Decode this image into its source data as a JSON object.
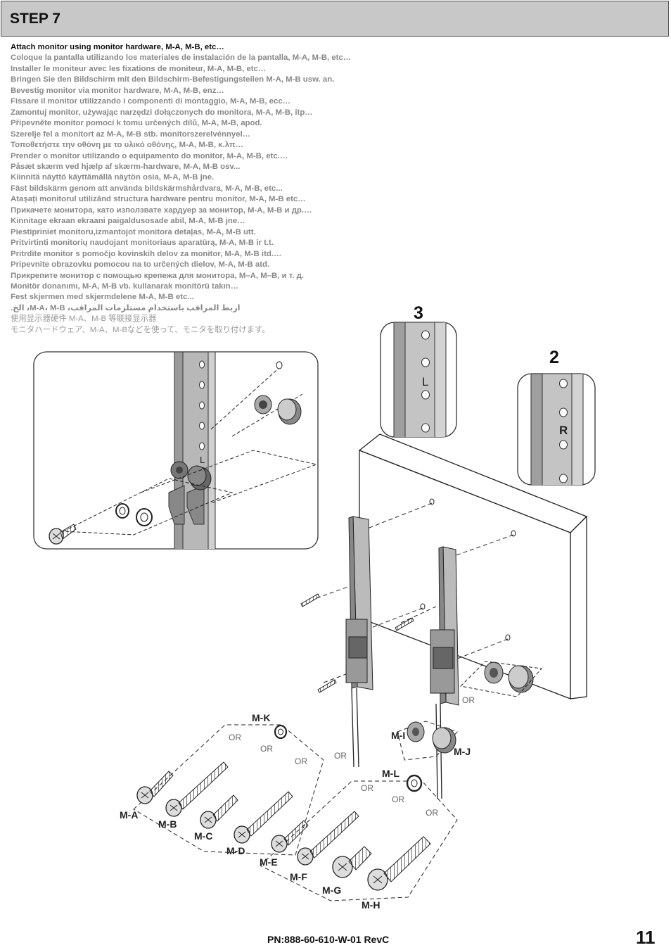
{
  "header": {
    "title": "STEP 7"
  },
  "instructions": [
    "Attach monitor using monitor hardware, M-A, M-B, etc…",
    "Coloque la pantalla utilizando los materiales de instalación de la pantalla, M-A, M-B, etc…",
    "Installer le moniteur avec les fixations de moniteur, M-A, M-B, etc…",
    "Bringen Sie den Bildschirm mit den Bildschirm-Befestigungsteilen M-A, M-B usw. an.",
    "Bevestig monitor via monitor hardware, M-A, M-B, enz…",
    "Fissare il monitor utilizzando i componenti di montaggio, M-A, M-B, ecc…",
    "Zamontuj monitor, używając narzędzi dołączonych do monitora, M-A, M-B, itp…",
    "Připevněte monitor pomocí k tomu určených dílů, M-A, M-B, apod.",
    "Szerelje fel a monitort az M-A, M-B stb. monitorszerelvénnyel…",
    "Τοποθετήστε την οθόνη με το υλικό οθόνης, M-A, M-B, κ.λπ…",
    "Prender o monitor utilizando o equipamento do monitor, M-A, M-B, etc.…",
    "Påsæt skærm ved hjælp af skærm-hardware, M-A, M-B osv...",
    "Kiinnitä näyttö käyttämällä näytön osia, M-A, M-B jne.",
    "Fäst bildskärm genom att använda bildskärmshårdvara, M-A, M-B, etc...",
    "Atașați monitorul utilizând structura hardware pentru monitor, M-A, M-B etc…",
    "Прикачете монитора, като използвате хардуер за монитор, M-A, M-B и др.…",
    "Kinnitage ekraan ekraani paigaldusosade abil, M-A, M-B jne…",
    "Piestipriniet monitoru,izmantojot monitora detaļas, M-A, M-B utt.",
    "Pritvirtinti monitorių naudojant monitoriaus aparatūrą, M-A, M-B ir t.t.",
    "Pritrdite monitor s pomočjo kovinskih delov za monitor, M-A, M-B itd.…",
    "Pripevnite obrazovku pomocou na to určených dielov, M-A, M-B atd.",
    "Прикрепите монитор с помощью крепежа для монитора, M–A, M–B, и т. д.",
    "Monitör donanımı, M-A, M-B vb. kullanarak monitörü takın…",
    "Fest skjermen med skjermdelene M-A, M-B etc...",
    "اربط المراقب باستخدام مستلزمات المراقب، M-A، M-B، الخ.",
    "使用显示器硬件 M-A、M-B 等联接显示器",
    "モニタハードウェア、M-A、M-Bなどを使って、モニタを取り付けます。"
  ],
  "detail_labels": {
    "left_bracket": "3",
    "right_bracket": "2",
    "left_mark": "L",
    "right_mark": "R"
  },
  "parts": {
    "m_a": "M-A",
    "m_b": "M-B",
    "m_c": "M-C",
    "m_d": "M-D",
    "m_e": "M-E",
    "m_f": "M-F",
    "m_g": "M-G",
    "m_h": "M-H",
    "m_i": "M-I",
    "m_j": "M-J",
    "m_k": "M-K",
    "m_l": "M-L"
  },
  "or_label": "OR",
  "footer": {
    "part_number": "PN:888-60-610-W-01 RevC",
    "page_number": "11"
  }
}
